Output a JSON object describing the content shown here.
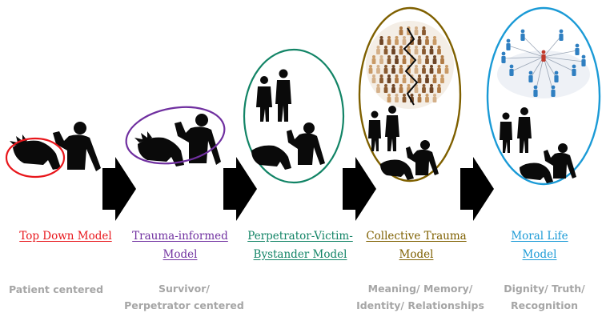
{
  "models": [
    {
      "id": "top-down",
      "title_lines": [
        "Top Down Model"
      ],
      "subtitle_lines": [
        "Patient centered"
      ],
      "color": "#e8161b"
    },
    {
      "id": "trauma-informed",
      "title_lines": [
        "Trauma-informed",
        "Model"
      ],
      "subtitle_lines": [
        "Survivor/",
        "Perpetrator centered"
      ],
      "color": "#7030a0"
    },
    {
      "id": "perpetrator-victim-bystander",
      "title_lines": [
        "Perpetrator-Victim-",
        "Bystander Model"
      ],
      "subtitle_lines": [],
      "color": "#128466"
    },
    {
      "id": "collective-trauma",
      "title_lines": [
        "Collective Trauma",
        "Model"
      ],
      "subtitle_lines": [
        "Meaning/ Memory/",
        "Identity/ Relationships"
      ],
      "color": "#7f6000"
    },
    {
      "id": "moral-life",
      "title_lines": [
        "Moral Life",
        "Model"
      ],
      "subtitle_lines": [
        "Dignity/ Truth/",
        "Recognition"
      ],
      "color": "#1a9ad6"
    }
  ],
  "colors": {
    "arrow": "#000000",
    "silhouette": "#0a0a0a",
    "subtitle": "#a6a6a6"
  }
}
